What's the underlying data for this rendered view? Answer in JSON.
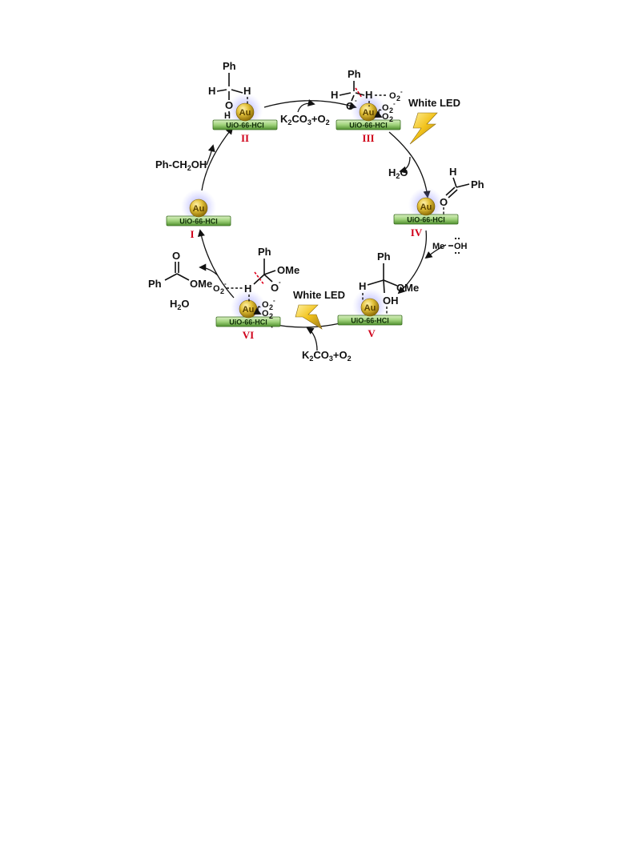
{
  "colors": {
    "gold": "#d6b21f",
    "support_green": "#9fd27a",
    "numeral_red": "#d0001a",
    "bolt_yellow": "#f2c21a",
    "glow_blue": "#6f6ff5"
  },
  "particle_label": "Au",
  "support_label": "UiO-66-HCl",
  "light_label": "White LED",
  "atoms": {
    "H": "H",
    "O": "O",
    "OH": "OH",
    "OMe": "OMe",
    "Ph": "Ph",
    "Me": "Me"
  },
  "numerals": [
    "I",
    "II",
    "III",
    "IV",
    "V",
    "VI"
  ],
  "reagents": {
    "base_o2": {
      "k": "K",
      "k_sub": "2",
      "co": "CO",
      "co_sub": "3",
      "tail": "+O",
      "o2_sub": "2"
    },
    "substrate": {
      "head": "Ph-CH",
      "sub": "2",
      "tail": "OH"
    },
    "water": {
      "h": "H",
      "sub": "2",
      "o": "O"
    }
  },
  "superoxide": {
    "o": "O",
    "sub": "2",
    "charge": "-"
  },
  "alkoxide": {
    "o": "O",
    "charge": "-"
  },
  "icons": [
    "gold-nanoparticle-icon",
    "lightning-bolt-icon",
    "curved-arrow-icon"
  ]
}
